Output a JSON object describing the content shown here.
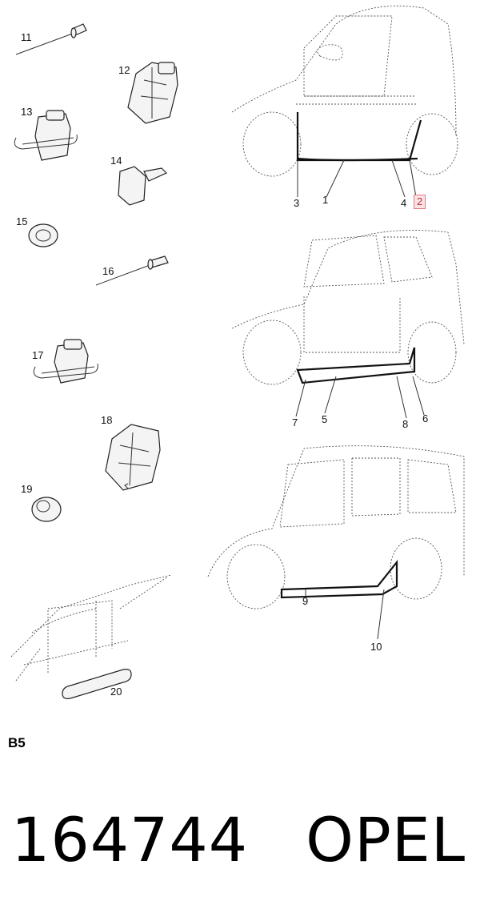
{
  "callouts": {
    "c1": "1",
    "c2": "2",
    "c3": "3",
    "c4": "4",
    "c5": "5",
    "c6": "6",
    "c7": "7",
    "c8": "8",
    "c9": "9",
    "c10": "10",
    "c11": "11",
    "c12": "12",
    "c13": "13",
    "c14": "14",
    "c15": "15",
    "c16": "16",
    "c17": "17",
    "c18": "18",
    "c19": "19",
    "c20": "20"
  },
  "section_label": "B5",
  "footer": {
    "part_number": "164744",
    "brand": "OPEL"
  }
}
